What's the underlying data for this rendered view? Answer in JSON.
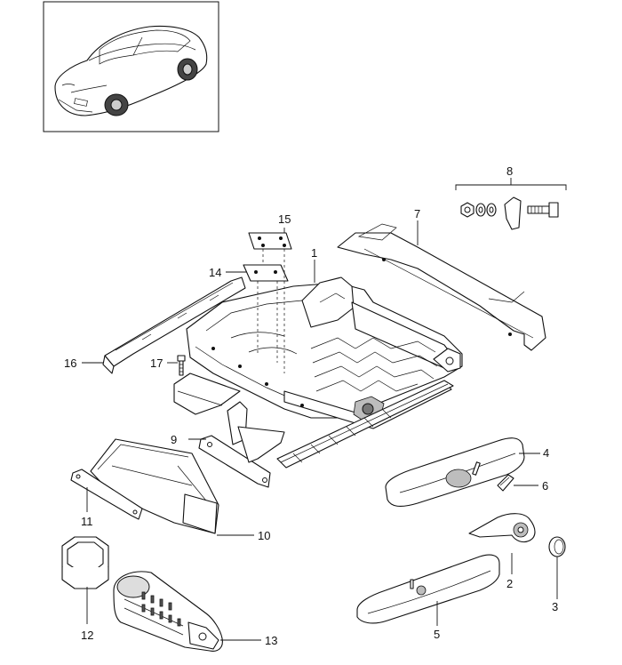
{
  "thumbnail": {
    "subject": "car-thumbnail"
  },
  "callouts": [
    {
      "id": "c1",
      "text": "1"
    },
    {
      "id": "c2",
      "text": "2"
    },
    {
      "id": "c3",
      "text": "3"
    },
    {
      "id": "c4",
      "text": "4"
    },
    {
      "id": "c5",
      "text": "5"
    },
    {
      "id": "c6",
      "text": "6"
    },
    {
      "id": "c7",
      "text": "7"
    },
    {
      "id": "c8",
      "text": "8"
    },
    {
      "id": "c9",
      "text": "9"
    },
    {
      "id": "c10",
      "text": "10"
    },
    {
      "id": "c11",
      "text": "11"
    },
    {
      "id": "c12",
      "text": "12"
    },
    {
      "id": "c13",
      "text": "13"
    },
    {
      "id": "c14",
      "text": "14"
    },
    {
      "id": "c15",
      "text": "15"
    },
    {
      "id": "c16",
      "text": "16"
    },
    {
      "id": "c17",
      "text": "17"
    }
  ]
}
